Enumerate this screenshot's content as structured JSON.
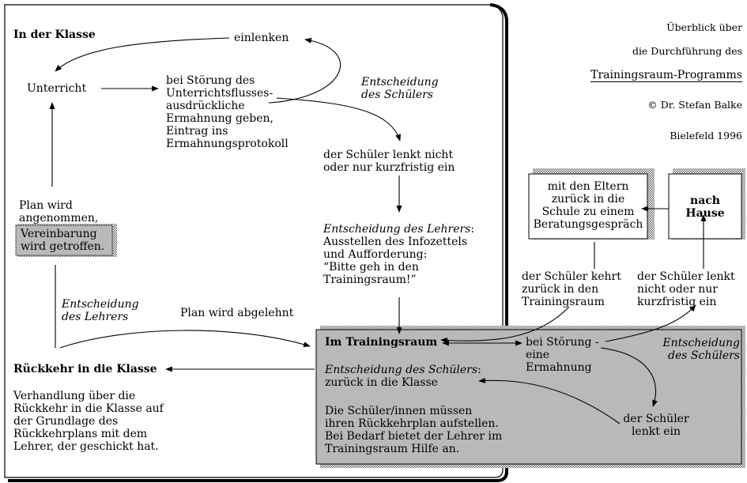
{
  "header": {
    "line1": "Überblick über",
    "line2": "die Durchführung des",
    "title": "Trainingsraum-Programms",
    "author": "© Dr. Stefan Balke",
    "place_year": "Bielefeld 1996"
  },
  "classroom": {
    "heading": "In der Klasse",
    "einlenken": "einlenken",
    "unterricht": "Unterricht",
    "stoerung": "bei Störung des\nUnterrichtsflusses-\nausdrückliche\nErmahnung geben,\nEintrag ins\nErmahnungsprotokoll",
    "entscheidung_schueler": "Entscheidung\ndes Schülers",
    "lenkt_nicht": "der Schüler lenkt nicht\noder nur kurzfristig ein",
    "plan_angenommen": "Plan wird\nangenommen,",
    "vereinbarung": "Vereinbarung\nwird getroffen.",
    "entscheidung_lehrer_label": "Entscheidung des Lehrers",
    "entscheidung_lehrer_rest": ":\nAusstellen des Infozettels\nund Aufforderung:\n“Bitte geh in den\nTrainingsraum!”",
    "entscheidung_lehrers_left": "Entscheidung\ndes Lehrers",
    "plan_abgelehnt": "Plan wird abgelehnt",
    "rueckkehr_heading": "Rückkehr in die Klasse",
    "verhandlung": "Verhandlung über die\nRückkehr in die Klasse auf\nder Grundlage des\nRückkehrplans mit dem\nLehrer, der geschickt hat."
  },
  "trainingsraum": {
    "heading": "Im Trainingsraum",
    "decision_label": "Entscheidung des Schülers",
    "decision_rest": ":\nzurück in die Klasse",
    "body": "Die Schüler/innen müssen\nihren Rückkehrplan aufstellen.\nBei Bedarf bietet der Lehrer im\nTrainingsraum Hilfe an.",
    "stoerung": "bei Störung -\neine\nErmahnung",
    "entscheidung": "Entscheidung\ndes Schülers",
    "lenkt_ein": "der Schüler\nlenkt ein"
  },
  "outside": {
    "eltern": "mit den Eltern\nzurück in die\nSchule zu einem\nBeratungsgespräch",
    "nach_hause": "nach\nHause",
    "kehrt_zurueck": "der Schüler kehrt\nzurück in den\nTrainingsraum",
    "lenkt_nicht_rechts": "der Schüler lenkt\nnicht oder nur\nkurzfristig ein"
  },
  "colors": {
    "grey_box": "#b9b9b9",
    "shadow": "#8a8a8a",
    "ink": "#000000"
  }
}
